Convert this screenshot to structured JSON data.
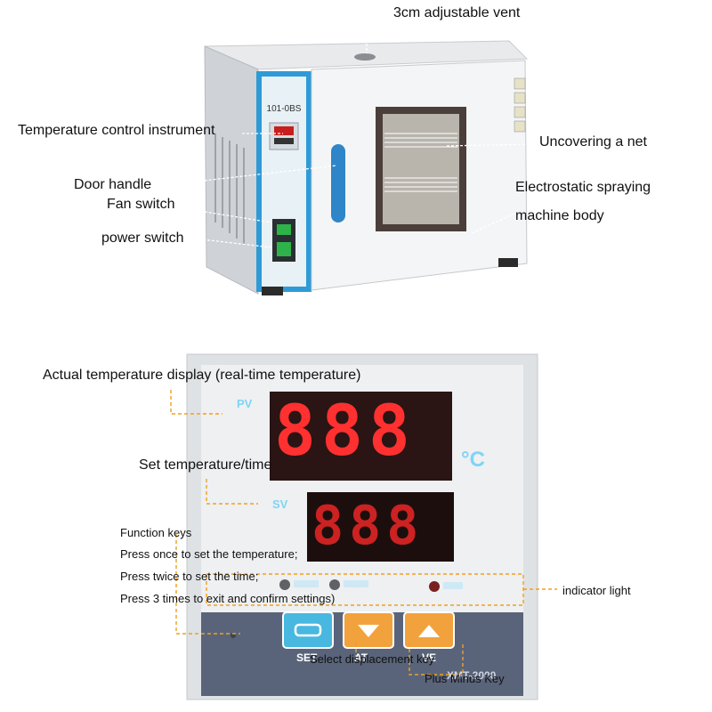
{
  "oven": {
    "model_label": "101-0BS",
    "labels": {
      "vent": "3cm adjustable vent",
      "temp_control": "Temperature control instrument",
      "uncover_net": "Uncovering a net",
      "door_handle": "Door handle",
      "fan_switch": "Fan switch",
      "body_line1": "Electrostatic spraying",
      "body_line2": "machine body",
      "power_switch": "power switch"
    }
  },
  "panel": {
    "labels": {
      "actual_display": "Actual temperature display (real-time temperature)",
      "set_display": "Set temperature/time",
      "function_keys": "Function keys",
      "press_once": "Press once to set the temperature;",
      "press_twice": "Press twice to set the time;",
      "press_three": "Press 3 times to exit and confirm settings)",
      "indicator": "indicator light",
      "select_key": "Select displacement key",
      "plus_minus": "Plus Minus Key"
    },
    "pv_label": "PV",
    "sv_label": "SV",
    "unit": "°C",
    "pv_digits": "888",
    "sv_digits": "888",
    "set_key_label": "SET",
    "at_key_label": "AT",
    "ve_key_label": "VE",
    "model_text": "XMT-2000",
    "colors": {
      "callout_line": "#f0a020",
      "key_blue": "#48b8e0",
      "key_orange": "#f2a23c",
      "pv_red": "#ff3030",
      "sv_red": "#cc2222",
      "panel_blue": "#7fd4f5"
    }
  }
}
